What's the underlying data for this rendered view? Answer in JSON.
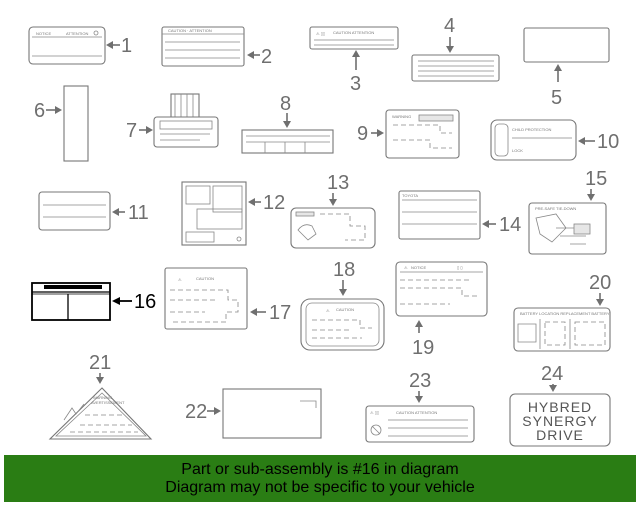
{
  "diagram": {
    "callouts": [
      "1",
      "2",
      "3",
      "4",
      "5",
      "6",
      "7",
      "8",
      "9",
      "10",
      "11",
      "12",
      "13",
      "14",
      "15",
      "16",
      "17",
      "18",
      "19",
      "20",
      "21",
      "22",
      "23",
      "24"
    ],
    "highlighted": "16",
    "label_text": {
      "l1_notice": "NOTICE",
      "l1_attention": "ATTENTION",
      "l2_caution": "CAUTION · ATTENTION",
      "l3_caution": "CAUTION ATTENTION",
      "l9_tag": "WARNING",
      "l10_title": "CHILD PROTECTION",
      "l10_lock": "LOCK",
      "l14_toyota": "TOYOTA",
      "l15_title": "PRE-SAFE TIE-DOWN",
      "l17_caution": "CAUTION",
      "l18_caution": "CAUTION",
      "l19_notice": "NOTICE",
      "l20_header": "BATTERY LOCATION  REPLACEMENT  BATTERY",
      "l21_warning": "WARNING",
      "l21_avert": "AVERTISSEMENT",
      "l23_caution": "CAUTION ATTENTION"
    },
    "hybrid_lines": [
      "HYBRED",
      "SYNERGY",
      "DRIVE"
    ]
  },
  "banner": {
    "line1": "Part or sub-assembly is #16 in diagram",
    "line2": "Diagram may not be specific to your vehicle"
  }
}
